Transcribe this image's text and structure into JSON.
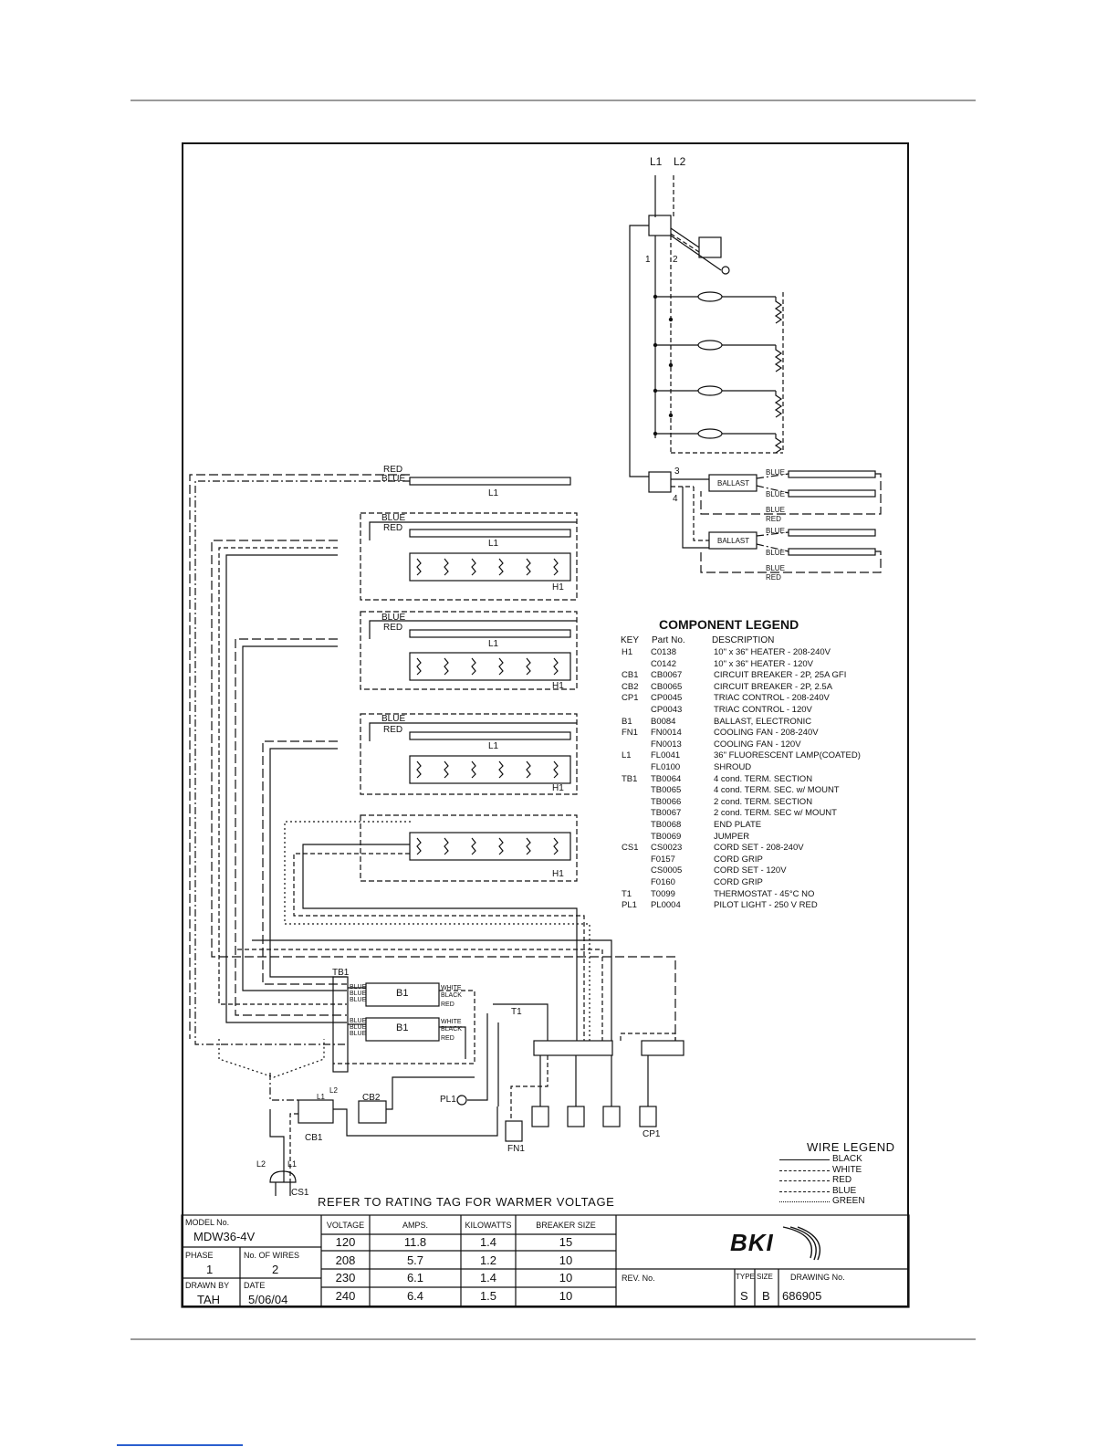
{
  "diagram": {
    "supply_labels": {
      "l1": "L1",
      "l2": "L2"
    },
    "node_labels": {
      "n1": "1",
      "n2": "2",
      "n3": "3",
      "n4": "4"
    },
    "ballast_label": "BALLAST",
    "wire_tags": {
      "blue": "BLUE",
      "red": "RED",
      "white": "WHITE",
      "black": "BLACK"
    },
    "lamp_label": "L1",
    "heater_label": "H1",
    "component_labels": {
      "tb1": "TB1",
      "b1": "B1",
      "t1": "T1",
      "pl1": "PL1",
      "fn1": "FN1",
      "cb1": "CB1",
      "cb2": "CB2",
      "cp1": "CP1",
      "cs1": "CS1",
      "l1": "L1",
      "l2": "L2"
    }
  },
  "component_legend": {
    "title": "COMPONENT LEGEND",
    "headers": {
      "key": "KEY",
      "part": "Part No.",
      "description": "DESCRIPTION"
    },
    "rows": [
      {
        "key": "H1",
        "part": "C0138",
        "description": "10\" x 36\" HEATER - 208-240V"
      },
      {
        "key": "",
        "part": "C0142",
        "description": "10\" x 36\" HEATER - 120V"
      },
      {
        "key": "CB1",
        "part": "CB0067",
        "description": "CIRCUIT BREAKER - 2P, 25A GFI"
      },
      {
        "key": "CB2",
        "part": "CB0065",
        "description": "CIRCUIT BREAKER - 2P, 2.5A"
      },
      {
        "key": "CP1",
        "part": "CP0045",
        "description": "TRIAC CONTROL - 208-240V"
      },
      {
        "key": "",
        "part": "CP0043",
        "description": "TRIAC CONTROL - 120V"
      },
      {
        "key": "B1",
        "part": "B0084",
        "description": "BALLAST, ELECTRONIC"
      },
      {
        "key": "FN1",
        "part": "FN0014",
        "description": "COOLING FAN - 208-240V"
      },
      {
        "key": "",
        "part": "FN0013",
        "description": "COOLING FAN - 120V"
      },
      {
        "key": "L1",
        "part": "FL0041",
        "description": "36\" FLUORESCENT LAMP(COATED)"
      },
      {
        "key": "",
        "part": "FL0100",
        "description": "SHROUD"
      },
      {
        "key": "TB1",
        "part": "TB0064",
        "description": "4 cond. TERM. SECTION"
      },
      {
        "key": "",
        "part": "TB0065",
        "description": "4 cond. TERM. SEC. w/ MOUNT"
      },
      {
        "key": "",
        "part": "TB0066",
        "description": "2 cond. TERM. SECTION"
      },
      {
        "key": "",
        "part": "TB0067",
        "description": "2 cond. TERM. SEC w/ MOUNT"
      },
      {
        "key": "",
        "part": "TB0068",
        "description": "END PLATE"
      },
      {
        "key": "",
        "part": "TB0069",
        "description": "JUMPER"
      },
      {
        "key": "CS1",
        "part": "CS0023",
        "description": "CORD SET - 208-240V"
      },
      {
        "key": "",
        "part": "F0157",
        "description": "CORD GRIP"
      },
      {
        "key": "",
        "part": "CS0005",
        "description": "CORD SET - 120V"
      },
      {
        "key": "",
        "part": "F0160",
        "description": "CORD GRIP"
      },
      {
        "key": "T1",
        "part": "T0099",
        "description": "THERMOSTAT - 45°C NO"
      },
      {
        "key": "PL1",
        "part": "PL0004",
        "description": "PILOT LIGHT - 250 V RED"
      }
    ]
  },
  "wire_legend": {
    "title": "WIRE LEGEND",
    "rows": [
      {
        "name": "BLACK",
        "style": "solid"
      },
      {
        "name": "WHITE",
        "style": "short-dash"
      },
      {
        "name": "RED",
        "style": "long-dash"
      },
      {
        "name": "BLUE",
        "style": "dash-dot"
      },
      {
        "name": "GREEN",
        "style": "dotted"
      }
    ]
  },
  "note": "REFER TO RATING TAG FOR WARMER VOLTAGE",
  "title_block": {
    "model_label": "MODEL No.",
    "model": "MDW36-4V",
    "phase_label": "PHASE",
    "phase": "1",
    "wires_label": "No. OF WIRES",
    "wires": "2",
    "drawn_by_label": "DRAWN BY",
    "drawn_by": "TAH",
    "date_label": "DATE",
    "date": "5/06/04",
    "rating_headers": [
      "VOLTAGE",
      "AMPS.",
      "KILOWATTS",
      "BREAKER SIZE"
    ],
    "ratings": [
      [
        "120",
        "11.8",
        "1.4",
        "15"
      ],
      [
        "208",
        "5.7",
        "1.2",
        "10"
      ],
      [
        "230",
        "6.1",
        "1.4",
        "10"
      ],
      [
        "240",
        "6.4",
        "1.5",
        "10"
      ]
    ],
    "rev_label": "REV. No.",
    "type_label": "TYPE",
    "type": "S",
    "size_label": "SIZE",
    "size": "B",
    "drawing_label": "DRAWING No.",
    "drawing": "686905",
    "brand": "BKI"
  }
}
